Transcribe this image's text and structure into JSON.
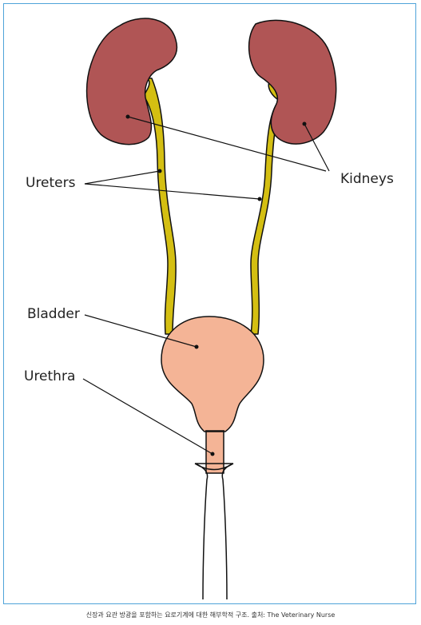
{
  "labels": {
    "ureters": "Ureters",
    "kidneys": "Kidneys",
    "bladder": "Bladder",
    "urethra": "Urethra"
  },
  "caption": "신장과 요관 방광을 포함하는 요로기계에 대한 해부학적 구조. 출처: The Veterinary Nurse",
  "colors": {
    "kidney": "#b05555",
    "ureter": "#d4bf12",
    "bladder": "#f4b496",
    "outline": "#111111",
    "frame": "#4fa3d9"
  }
}
